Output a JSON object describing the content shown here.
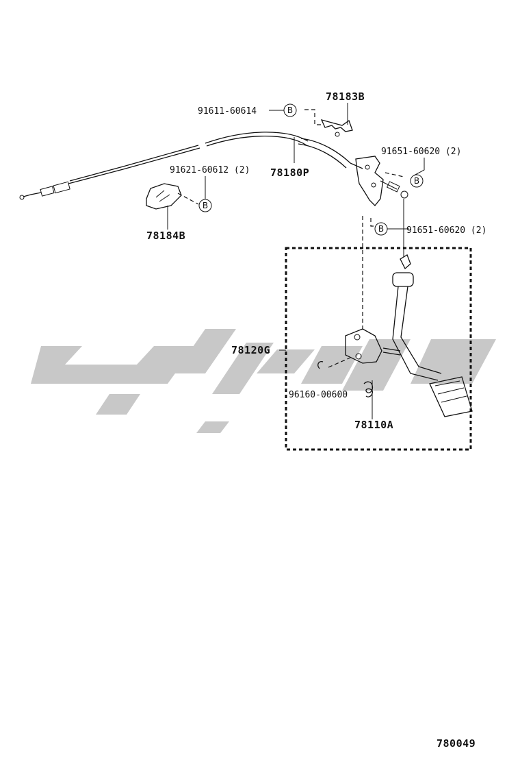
{
  "parts": {
    "p91611": "91611-60614",
    "p78183B": "78183B",
    "p91651_top": "91651-60620 (2)",
    "p91621": "91621-60612 (2)",
    "p78180P": "78180P",
    "p78184B": "78184B",
    "p91651_mid": "91651-60620 (2)",
    "p78120G": "78120G",
    "p96160": "96160-00600",
    "p78110A": "78110A"
  },
  "bolt_marker": "B",
  "diagram_code": "780049"
}
